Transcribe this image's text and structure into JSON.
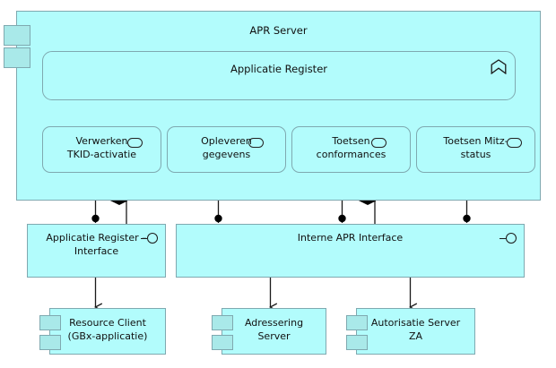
{
  "diagram": {
    "title": "APR Server",
    "type": "uml-component-diagram"
  },
  "server": {
    "name": "APR Server",
    "icon": "uml-component-icon"
  },
  "register": {
    "name": "Applicatie Register",
    "icon": "chevron-up-icon"
  },
  "services": [
    {
      "name": "Verwerken\nTKID-activatie",
      "icon": "application-service-icon"
    },
    {
      "name": "Opleveren\ngegevens",
      "icon": "application-service-icon"
    },
    {
      "name": "Toetsen\nconformances",
      "icon": "application-service-icon"
    },
    {
      "name": "Toetsen Mitz-\nstatus",
      "icon": "application-service-icon"
    }
  ],
  "interfaces": [
    {
      "name": "Applicatie Register –\nInterface",
      "icon": "provided-interface-lollipop-icon"
    },
    {
      "name": "Interne APR Interface",
      "icon": "provided-interface-lollipop-icon"
    }
  ],
  "components": [
    {
      "name": "Resource Client\n(GBx-applicatie)",
      "icon": "uml-component-icon"
    },
    {
      "name": "Adressering\nServer",
      "icon": "uml-component-icon"
    },
    {
      "name": "Autorisatie Server\nZA",
      "icon": "uml-component-icon"
    }
  ],
  "colors": {
    "fill": "#b2fcfc",
    "tab_fill": "#a9e9e9",
    "border": "#7fa9b0",
    "line": "#1a1a1a",
    "text": "#111111",
    "background": "#ffffff"
  },
  "connectors": {
    "realization": "dashed-line-hollow-triangle",
    "usage": "solid-line-open-arrow",
    "composition": "solid-line-filled-diamond",
    "assembly": "solid-line-ball-socket"
  }
}
